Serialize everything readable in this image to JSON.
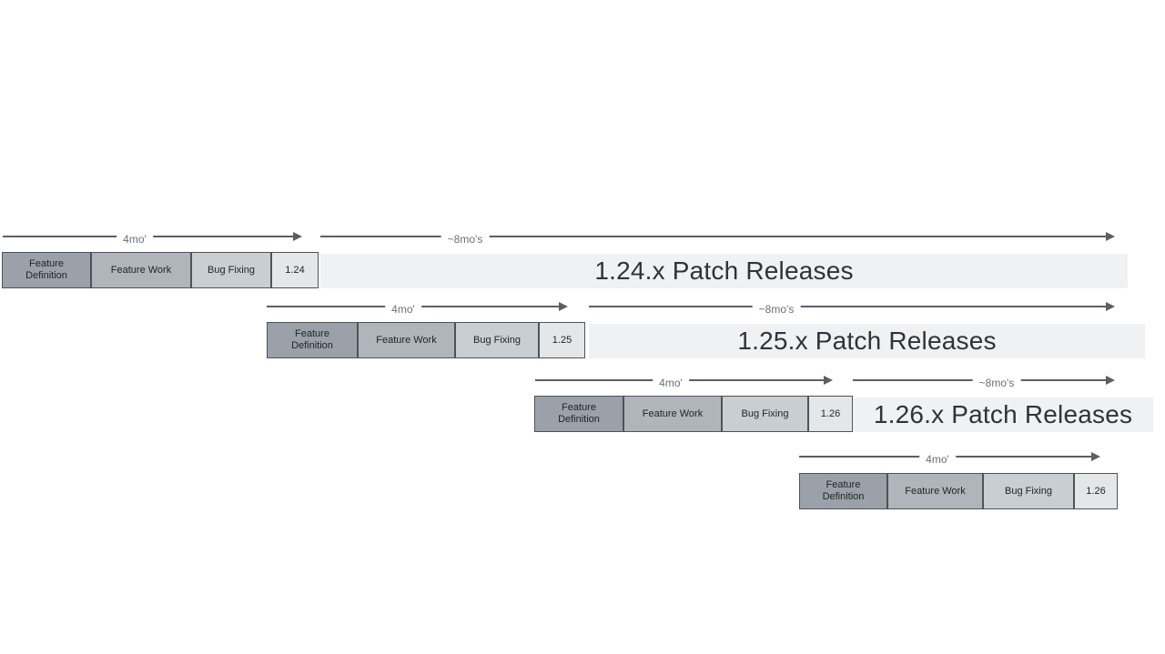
{
  "diagram": {
    "rows": [
      {
        "version": "1.24",
        "cycle_arrow_label": "4mo'",
        "patch_arrow_label": "~8mo's",
        "phases": [
          "Feature Definition",
          "Feature Work",
          "Bug Fixing"
        ],
        "patch_bar_text": "1.24.x Patch Releases"
      },
      {
        "version": "1.25",
        "cycle_arrow_label": "4mo'",
        "patch_arrow_label": "~8mo's",
        "phases": [
          "Feature Definition",
          "Feature Work",
          "Bug Fixing"
        ],
        "patch_bar_text": "1.25.x Patch Releases"
      },
      {
        "version": "1.26",
        "cycle_arrow_label": "4mo'",
        "patch_arrow_label": "~8mo's",
        "phases": [
          "Feature Definition",
          "Feature Work",
          "Bug Fixing"
        ],
        "patch_bar_text": "1.26.x Patch Releases"
      },
      {
        "version": "1.26",
        "cycle_arrow_label": "4mo'",
        "phases": [
          "Feature Definition",
          "Feature Work",
          "Bug Fixing"
        ]
      }
    ],
    "colors": {
      "feature_definition_fill": "#9aa1a8",
      "feature_work_fill": "#afb5bb",
      "bug_fixing_fill": "#c9ced2",
      "version_box_fill": "#e4e7e9",
      "patch_bar_fill": "#f0f1f2",
      "box_border": "#4e5358",
      "arrow": "#5a5f65",
      "arrow_label_text": "#6b7076",
      "phase_text": "#212529",
      "patch_text": "#2f3439",
      "background": "#ffffff"
    }
  }
}
